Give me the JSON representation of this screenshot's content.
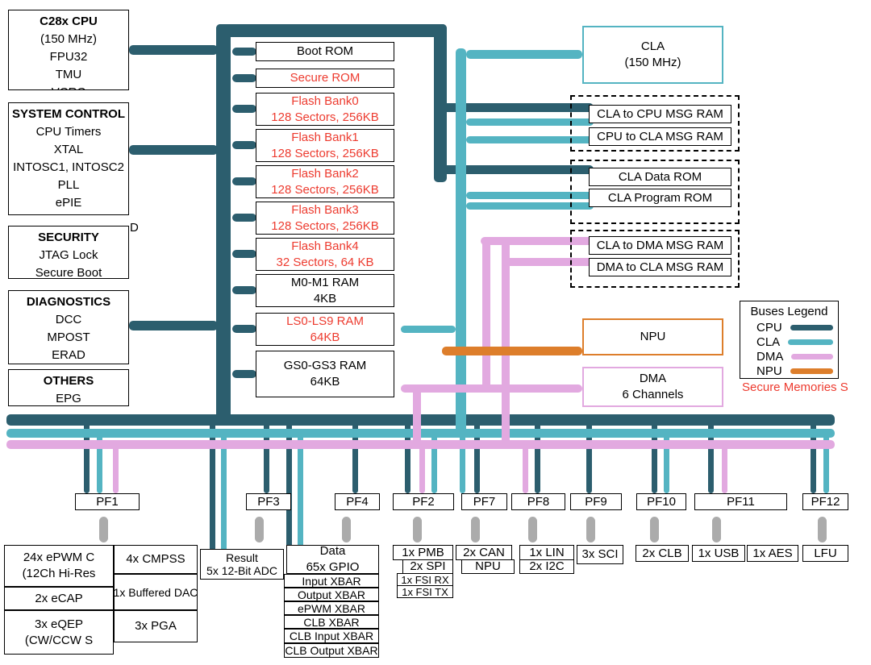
{
  "colors": {
    "cpu": "#2C5E6E",
    "cla": "#54B4C2",
    "dma": "#E2A9E0",
    "npu": "#DD7E2B",
    "secure_red": "#ED3B2F"
  },
  "cpu_side": {
    "cpu_box": {
      "title": "C28x CPU",
      "lines": [
        "(150 MHz)",
        "FPU32",
        "TMU",
        "VCRC"
      ]
    },
    "sysctrl_box": {
      "title": "SYSTEM CONTROL",
      "lines": [
        "CPU Timers",
        "XTAL",
        "INTOSC1, INTOSC2",
        "PLL",
        "ePIE"
      ]
    },
    "security_box": {
      "title": "SECURITY",
      "lines": [
        "JTAG Lock",
        "Secure Boot"
      ]
    },
    "diagnostics_box": {
      "title": "DIAGNOSTICS",
      "lines": [
        "DCC",
        "MPOST",
        "ERAD"
      ]
    },
    "others_box": {
      "title": "OTHERS",
      "lines": [
        "EPG"
      ]
    },
    "stray": "D"
  },
  "memory": {
    "boot_rom": "Boot ROM",
    "secure_rom": "Secure ROM",
    "flash0": [
      "Flash Bank0",
      "128 Sectors, 256KB"
    ],
    "flash1": [
      "Flash Bank1",
      "128 Sectors, 256KB"
    ],
    "flash2": [
      "Flash Bank2",
      "128 Sectors, 256KB"
    ],
    "flash3": [
      "Flash Bank3",
      "128 Sectors, 256KB"
    ],
    "flash4": [
      "Flash Bank4",
      "32 Sectors, 64 KB"
    ],
    "m0m1": [
      "M0-M1 RAM",
      "4KB"
    ],
    "ls": [
      "LS0-LS9 RAM",
      "64KB"
    ],
    "gs": [
      "GS0-GS3 RAM",
      "64KB"
    ]
  },
  "cla_box": {
    "title": "CLA",
    "subtitle": "(150 MHz)"
  },
  "msg_rams": {
    "cla_to_cpu": "CLA to CPU MSG RAM",
    "cpu_to_cla": "CPU to CLA MSG RAM",
    "cla_data_rom": "CLA Data ROM",
    "cla_program_rom": "CLA Program ROM",
    "cla_to_dma": "CLA to DMA MSG RAM",
    "dma_to_cla": "DMA to CLA MSG RAM"
  },
  "npu_box": {
    "label": "NPU"
  },
  "dma_box": {
    "title": "DMA",
    "subtitle": "6 Channels"
  },
  "legend": {
    "title": "Buses Legend",
    "entries": [
      {
        "label": "CPU"
      },
      {
        "label": "CLA"
      },
      {
        "label": "DMA"
      },
      {
        "label": "NPU"
      }
    ]
  },
  "secure_note": "Secure Memories S",
  "pf": {
    "pf1": "PF1",
    "pf3": "PF3",
    "pf4": "PF4",
    "pf2": "PF2",
    "pf7": "PF7",
    "pf8": "PF8",
    "pf9": "PF9",
    "pf10": "PF10",
    "pf11": "PF11",
    "pf12": "PF12"
  },
  "peripherals": {
    "epwm": [
      "24x ePWM C",
      "(12Ch Hi-Res"
    ],
    "cmpss": "4x CMPSS",
    "ecap": "2x eCAP",
    "dac": "1x Buffered DAC",
    "eqep": [
      "3x eQEP",
      "(CW/CCW S"
    ],
    "pga": "3x PGA",
    "adc": [
      "Result",
      "5x 12-Bit ADC"
    ],
    "gpio": [
      "Data",
      "65x GPIO"
    ],
    "xbars": [
      "Input XBAR",
      "Output XBAR",
      "ePWM XBAR",
      "CLB XBAR",
      "CLB Input XBAR",
      "CLB Output XBAR"
    ],
    "pmbus": "1x PMB",
    "spi": "2x SPI",
    "fsi_rx": "1x FSI RX",
    "fsi_tx": "1x FSI TX",
    "can": "2x CAN",
    "npu": "NPU",
    "lin": "1x LIN",
    "i2c": "2x I2C",
    "sci": "3x SCI",
    "clb": "2x CLB",
    "usb": "1x USB",
    "aes": "1x AES",
    "lfu": "LFU"
  }
}
